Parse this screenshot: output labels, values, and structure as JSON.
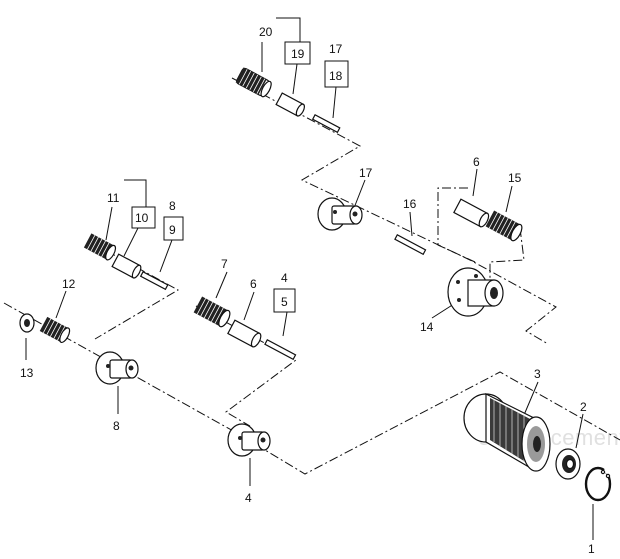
{
  "diagram": {
    "watermark": "eReplacementParts.com",
    "part_numbers": [
      "1",
      "2",
      "3",
      "4",
      "4",
      "5",
      "6",
      "6",
      "7",
      "8",
      "8",
      "9",
      "10",
      "11",
      "12",
      "13",
      "14",
      "15",
      "16",
      "17",
      "17",
      "18",
      "19",
      "20"
    ]
  },
  "labels": {
    "l1": "1",
    "l2": "2",
    "l3": "3",
    "l4a": "4",
    "l4b": "4",
    "l5": "5",
    "l6a": "6",
    "l6b": "6",
    "l7": "7",
    "l8a": "8",
    "l8b": "8",
    "l9": "9",
    "l10": "10",
    "l11": "11",
    "l12": "12",
    "l13": "13",
    "l14": "14",
    "l15": "15",
    "l16": "16",
    "l17a": "17",
    "l17b": "17",
    "l18": "18",
    "l19": "19",
    "l20": "20"
  }
}
